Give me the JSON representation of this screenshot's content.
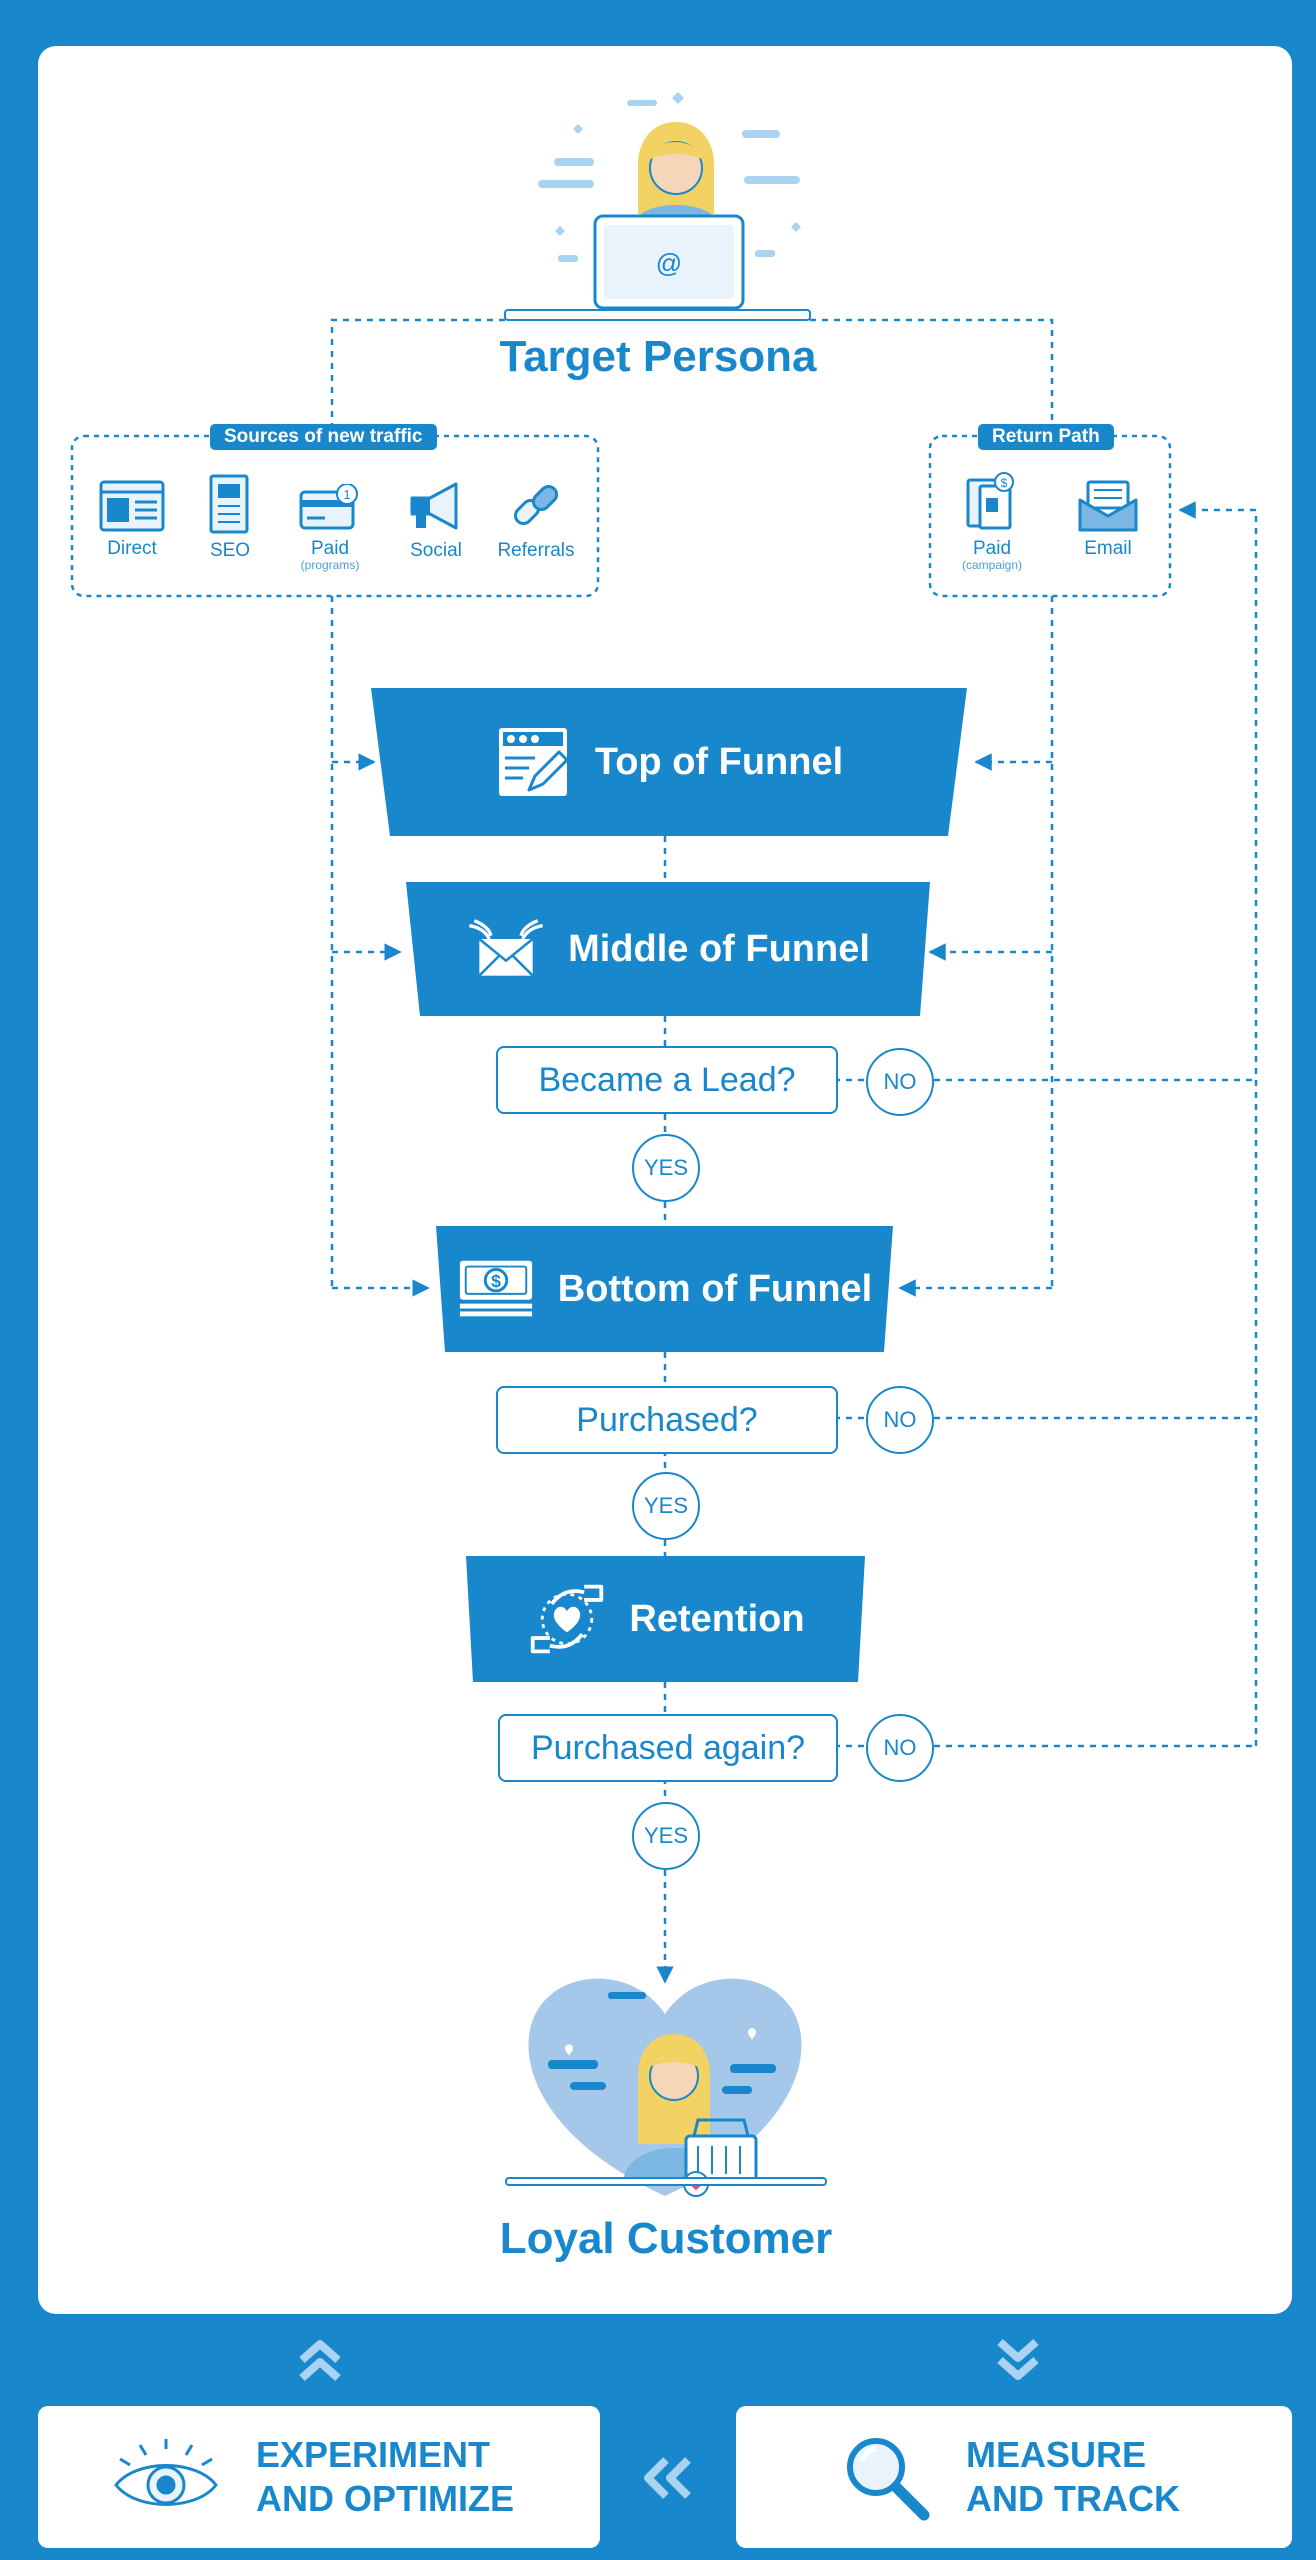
{
  "persona": {
    "title": "Target Persona"
  },
  "new_traffic": {
    "label": "Sources of new traffic",
    "items": [
      {
        "label": "Direct",
        "icon": "browser-window-icon"
      },
      {
        "label": "SEO",
        "icon": "document-icon"
      },
      {
        "label": "Paid",
        "sublabel": "(programs)",
        "icon": "credit-card-icon"
      },
      {
        "label": "Social",
        "icon": "megaphone-icon"
      },
      {
        "label": "Referrals",
        "icon": "link-icon"
      }
    ]
  },
  "return_path": {
    "label": "Return Path",
    "items": [
      {
        "label": "Paid",
        "sublabel": "(campaign)",
        "icon": "paid-campaign-icon"
      },
      {
        "label": "Email",
        "icon": "email-icon"
      }
    ]
  },
  "stages": {
    "top": "Top of Funnel",
    "middle": "Middle of Funnel",
    "bottom": "Bottom of Funnel",
    "retention": "Retention"
  },
  "decisions": {
    "lead": "Became a Lead?",
    "purchased": "Purchased?",
    "again": "Purchased again?",
    "yes": "YES",
    "no": "NO"
  },
  "loyal": {
    "title": "Loyal Customer"
  },
  "actions": {
    "experiment": {
      "line1": "EXPERIMENT",
      "line2": "AND OPTIMIZE",
      "icon": "eye-icon"
    },
    "measure": {
      "line1": "MEASURE",
      "line2": "AND TRACK",
      "icon": "magnifier-icon"
    }
  },
  "colors": {
    "primary": "#1887cb",
    "light": "#a9d3f0",
    "skin": "#f6d6b8",
    "hair": "#f2d262"
  }
}
